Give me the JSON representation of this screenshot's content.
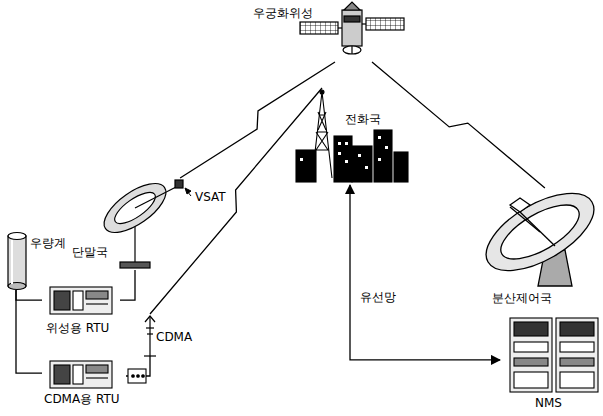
{
  "diagram": {
    "nodes": [
      {
        "text": [
          "우궁화위성"
        ]
      },
      {
        "text": [
          "우량계"
        ]
      },
      {
        "text": [
          "전화국"
        ]
      },
      {
        "text": [
          "단말국"
        ]
      },
      {
        "text": [
          "위성용 RTU"
        ]
      },
      {
        "text": [
          "분산제어국"
        ]
      },
      {
        "text": [
          "CDMA"
        ]
      },
      {
        "text": [
          "NMS"
        ]
      },
      {
        "text": [
          "CDMA용 RTU"
        ]
      }
    ],
    "edges": [
      {
        "from": 1,
        "to": 4,
        "arrow": "none"
      },
      {
        "from": 1,
        "to": 8,
        "arrow": "none"
      },
      {
        "from": 4,
        "to": 3,
        "arrow": "none"
      },
      {
        "from": 3,
        "to": 0,
        "arrow": "none"
      },
      {
        "from": 0,
        "to": 5,
        "arrow": "none"
      },
      {
        "from": 8,
        "to": 6,
        "arrow": "none"
      },
      {
        "from": 6,
        "to": 2,
        "arrow": "none"
      },
      {
        "from": 2,
        "to": 7,
        "label": "유선망",
        "arrow": "both"
      }
    ],
    "labels": [
      "VSAT"
    ]
  }
}
